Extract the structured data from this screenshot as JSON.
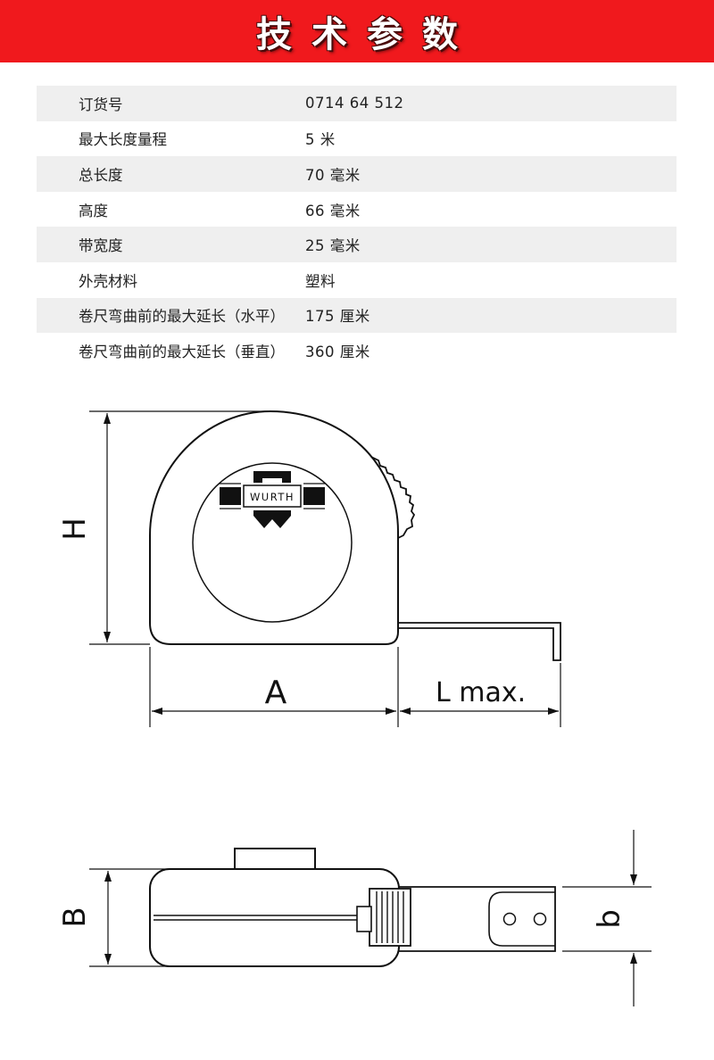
{
  "banner": {
    "title": "技术参数",
    "background": "#f0191d"
  },
  "specs": [
    {
      "label": "订货号",
      "value": "0714 64 512"
    },
    {
      "label": "最大长度量程",
      "value": "5 米"
    },
    {
      "label": "总长度",
      "value": "70 毫米"
    },
    {
      "label": "高度",
      "value": "66 毫米"
    },
    {
      "label": "带宽度",
      "value": "25 毫米"
    },
    {
      "label": "外壳材料",
      "value": "塑料"
    },
    {
      "label": "卷尺弯曲前的最大延长（水平）",
      "value": "175 厘米"
    },
    {
      "label": "卷尺弯曲前的最大延长（垂直）",
      "value": "360 厘米"
    }
  ],
  "drawing": {
    "logo_text": "WURTH",
    "dim_height": "H",
    "dim_length": "A",
    "dim_extension": "L max.",
    "dim_case_width": "B",
    "dim_tape_width": "b"
  }
}
